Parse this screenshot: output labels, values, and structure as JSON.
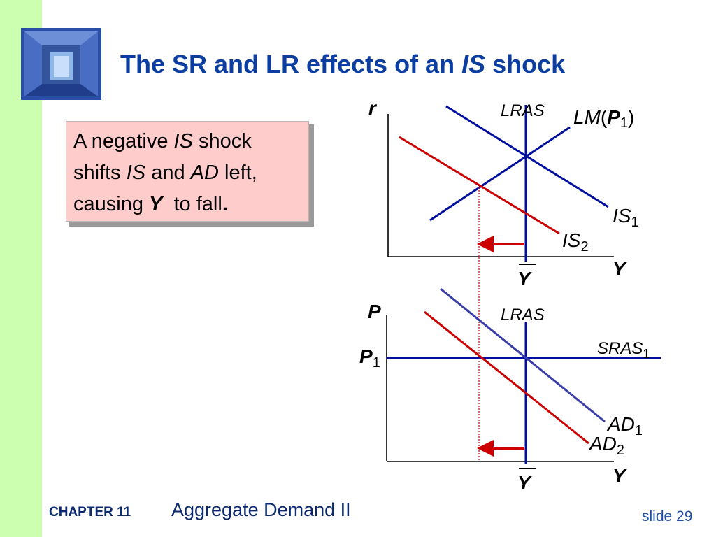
{
  "title": {
    "pre": "The SR and LR effects of an",
    "italic": "IS",
    "post": "shock"
  },
  "callout": {
    "line1_pre": "A negative",
    "line1_italic": "IS",
    "line1_post": "shock",
    "line2_pre": "shifts",
    "line2_italic1": "IS",
    "line2_mid": "and",
    "line2_italic2": "AD",
    "line2_post": "left,",
    "line3_pre": "causing",
    "line3_bold": "Y",
    "line3_post": "to fall",
    "line3_period": "."
  },
  "top_diagram": {
    "y_axis": "r",
    "x_axis": "Y",
    "lras": "LRAS",
    "lm": "LM",
    "lm_paren_open": "(",
    "lm_p": "P",
    "lm_sub": "1",
    "lm_paren_close": ")",
    "is1": "IS",
    "is1_sub": "1",
    "is2": "IS",
    "is2_sub": "2",
    "ybar": "Y"
  },
  "bottom_diagram": {
    "y_axis": "P",
    "x_axis": "Y",
    "lras": "LRAS",
    "sras": "SRAS",
    "sras_sub": "1",
    "p1": "P",
    "p1_sub": "1",
    "ad1": "AD",
    "ad1_sub": "1",
    "ad2": "AD",
    "ad2_sub": "2",
    "ybar": "Y"
  },
  "colors": {
    "navy": "#000f9e",
    "red": "#cc0000",
    "ad1": "#3a3ea8",
    "title": "#0b3ea0"
  },
  "footer": {
    "chapter": "CHAPTER 11",
    "subject": "Aggregate Demand II",
    "slide": "slide 29"
  }
}
